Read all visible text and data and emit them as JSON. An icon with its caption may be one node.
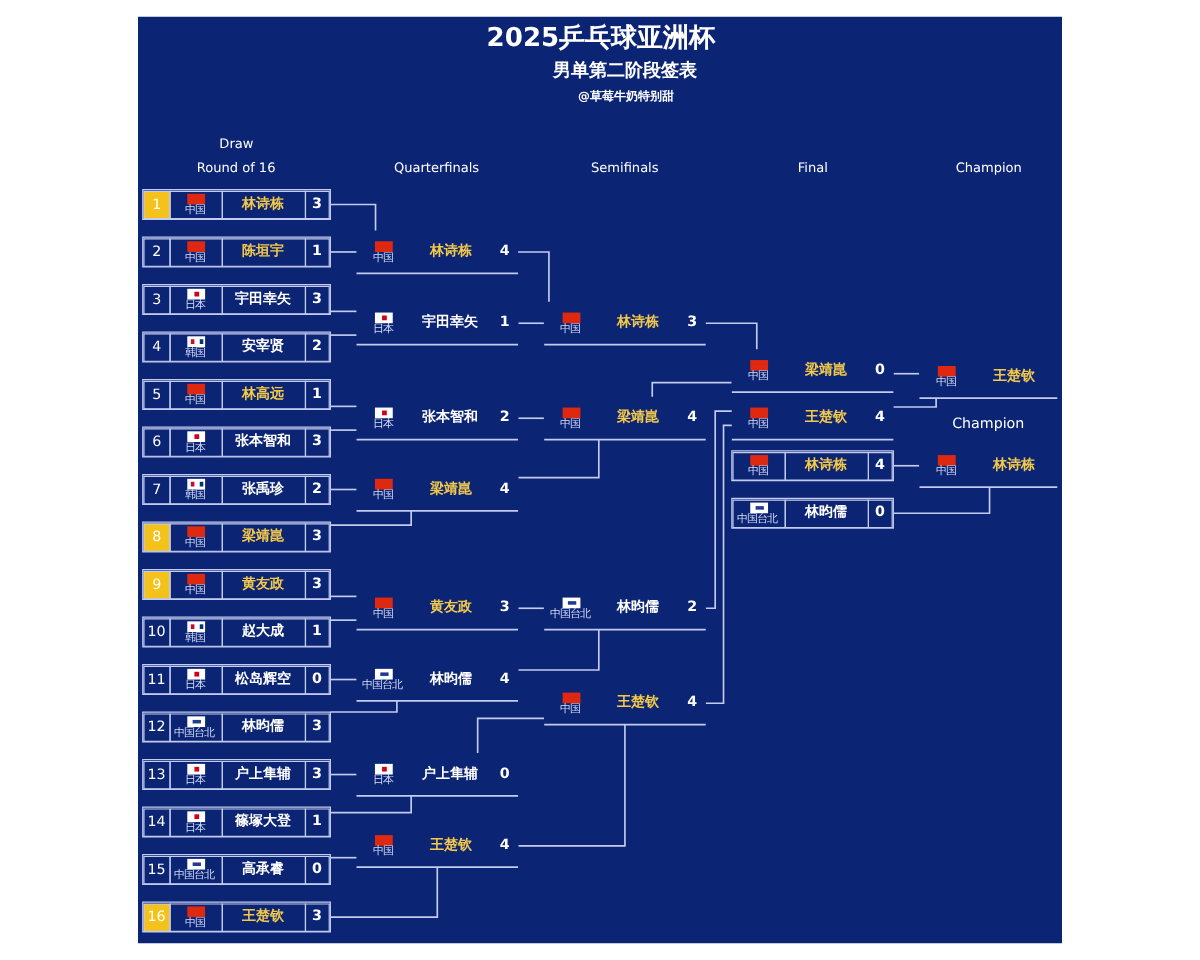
{
  "diagram": {
    "title": "2025乒乓球亚洲杯",
    "nodes": [
      {
        "text": [
          "1",
          "中国",
          "林诗栋",
          "3"
        ]
      },
      {
        "text": [
          "2",
          "中国",
          "陈垣宇",
          "1"
        ]
      },
      {
        "text": [
          "3",
          "日本",
          "宇田幸矢",
          "3"
        ]
      },
      {
        "text": [
          "4",
          "韩国",
          "安宰贤",
          "2"
        ]
      },
      {
        "text": [
          "5",
          "中国",
          "林高远",
          "1"
        ]
      },
      {
        "text": [
          "6",
          "日本",
          "张本智和",
          "3"
        ]
      },
      {
        "text": [
          "7",
          "韩国",
          "张禹珍",
          "2"
        ]
      },
      {
        "text": [
          "8",
          "中国",
          "梁靖崑",
          "3"
        ]
      },
      {
        "text": [
          "9",
          "中国",
          "黄友政",
          "3"
        ]
      },
      {
        "text": [
          "10",
          "韩国",
          "赵大成",
          "1"
        ]
      },
      {
        "text": [
          "11",
          "日本",
          "松岛辉空",
          "0"
        ]
      },
      {
        "text": [
          "12",
          "中国台北",
          "林昀儒",
          "3"
        ]
      },
      {
        "text": [
          "13",
          "日本",
          "户上隼辅",
          "3"
        ]
      },
      {
        "text": [
          "14",
          "日本",
          "篠塚大登",
          "1"
        ]
      },
      {
        "text": [
          "15",
          "中国台北",
          "高承睿",
          "0"
        ]
      },
      {
        "text": [
          "16",
          "中国",
          "王楚钦",
          "3"
        ]
      },
      {
        "text": [
          "中国",
          "林诗栋",
          "4"
        ]
      },
      {
        "text": [
          "日本",
          "宇田幸矢",
          "1"
        ]
      },
      {
        "text": [
          "日本",
          "张本智和",
          "2"
        ]
      },
      {
        "text": [
          "中国",
          "梁靖崑",
          "4"
        ]
      },
      {
        "text": [
          "中国",
          "黄友政",
          "3"
        ]
      },
      {
        "text": [
          "中国台北",
          "林昀儒",
          "4"
        ]
      },
      {
        "text": [
          "日本",
          "户上隼辅",
          "0"
        ]
      },
      {
        "text": [
          "中国",
          "王楚钦",
          "4"
        ]
      },
      {
        "text": [
          "中国",
          "林诗栋",
          "3"
        ]
      },
      {
        "text": [
          "中国",
          "梁靖崑",
          "4"
        ]
      },
      {
        "text": [
          "中国台北",
          "林昀儒",
          "2"
        ]
      },
      {
        "text": [
          "中国",
          "王楚钦",
          "4"
        ]
      },
      {
        "text": [
          "中国",
          "梁靖崑",
          "0"
        ]
      },
      {
        "text": [
          "中国",
          "王楚钦",
          "4"
        ]
      },
      {
        "text": [
          "中国",
          "王楚钦"
        ],
        "beside": [
          "Champion"
        ]
      },
      {
        "text": [
          "中国",
          "林诗栋",
          "4"
        ]
      },
      {
        "text": [
          "中国台北",
          "林昀儒",
          "0"
        ]
      },
      {
        "text": [
          "中国",
          "林诗栋"
        ]
      }
    ],
    "edges": [
      {
        "from": 0,
        "to": 16,
        "arrow": "none"
      },
      {
        "from": 1,
        "to": 16,
        "arrow": "none"
      },
      {
        "from": 2,
        "to": 17,
        "arrow": "none"
      },
      {
        "from": 3,
        "to": 17,
        "arrow": "none"
      },
      {
        "from": 4,
        "to": 18,
        "arrow": "none"
      },
      {
        "from": 5,
        "to": 18,
        "arrow": "none"
      },
      {
        "from": 6,
        "to": 19,
        "arrow": "none"
      },
      {
        "from": 7,
        "to": 19,
        "arrow": "none"
      },
      {
        "from": 8,
        "to": 20,
        "arrow": "none"
      },
      {
        "from": 9,
        "to": 20,
        "arrow": "none"
      },
      {
        "from": 10,
        "to": 21,
        "arrow": "none"
      },
      {
        "from": 11,
        "to": 21,
        "arrow": "none"
      },
      {
        "from": 12,
        "to": 22,
        "arrow": "none"
      },
      {
        "from": 13,
        "to": 22,
        "arrow": "none"
      },
      {
        "from": 14,
        "to": 23,
        "arrow": "none"
      },
      {
        "from": 15,
        "to": 23,
        "arrow": "none"
      },
      {
        "from": 16,
        "to": 24,
        "arrow": "none"
      },
      {
        "from": 17,
        "to": 24,
        "arrow": "none"
      },
      {
        "from": 18,
        "to": 25,
        "arrow": "none"
      },
      {
        "from": 19,
        "to": 25,
        "arrow": "none"
      },
      {
        "from": 20,
        "to": 26,
        "arrow": "none"
      },
      {
        "from": 21,
        "to": 26,
        "arrow": "none"
      },
      {
        "from": 22,
        "to": 27,
        "arrow": "none"
      },
      {
        "from": 23,
        "to": 27,
        "arrow": "none"
      },
      {
        "from": 24,
        "to": 28,
        "arrow": "none"
      },
      {
        "from": 25,
        "to": 28,
        "arrow": "none"
      },
      {
        "from": 26,
        "to": 29,
        "arrow": "none"
      },
      {
        "from": 27,
        "to": 29,
        "arrow": "none"
      },
      {
        "from": 28,
        "to": 30,
        "arrow": "none"
      },
      {
        "from": 29,
        "to": 30,
        "arrow": "none"
      },
      {
        "from": 31,
        "to": 33,
        "arrow": "none"
      },
      {
        "from": 32,
        "to": 33,
        "arrow": "none"
      }
    ],
    "labels": [
      "男单第二阶段签表",
      "@草莓牛奶特别甜",
      "Draw",
      "Round of 16",
      "Quarterfinals",
      "Semifinals",
      "Final",
      "Champion"
    ]
  }
}
